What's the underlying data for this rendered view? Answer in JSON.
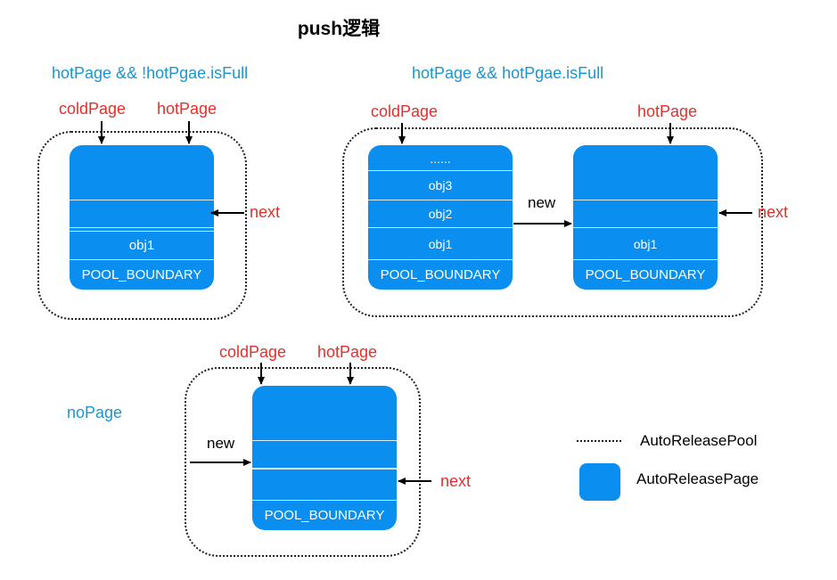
{
  "title": "push逻辑",
  "panels": {
    "not_full": {
      "caption": "hotPage && !hotPgae.isFull",
      "coldPage": "coldPage",
      "hotPage": "hotPage",
      "next": "next",
      "rows": [
        "",
        "",
        "obj1"
      ],
      "boundary": "POOL_BOUNDARY"
    },
    "full": {
      "caption": "hotPage && hotPgae.isFull",
      "coldPage": "coldPage",
      "hotPage": "hotPage",
      "next": "next",
      "new": "new",
      "old_page_rows": [
        "......",
        "obj3",
        "obj2",
        "obj1"
      ],
      "old_page_boundary": "POOL_BOUNDARY",
      "new_page_rows": [
        "",
        "",
        "obj1"
      ],
      "new_page_boundary": "POOL_BOUNDARY"
    },
    "no_page": {
      "caption": "noPage",
      "coldPage": "coldPage",
      "hotPage": "hotPage",
      "next": "next",
      "new": "new",
      "rows": [
        "",
        "",
        ""
      ],
      "boundary": "POOL_BOUNDARY"
    }
  },
  "legend": {
    "pool": "AutoReleasePool",
    "page": "AutoReleasePage"
  },
  "colors": {
    "caption": "#1a96d4",
    "pointer": "#e0312d",
    "page_fill": "#0a8ff0"
  }
}
